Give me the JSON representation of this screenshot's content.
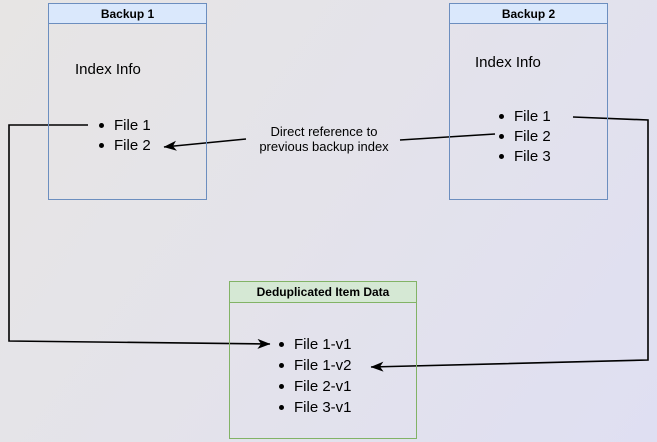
{
  "colors": {
    "ink": "#000000",
    "blue_border": "#6c8ebf",
    "blue_fill": "#dae8fc",
    "green_border": "#82b366",
    "green_fill": "#d5e8d4",
    "bg_top_left": "#e7e5e4",
    "bg_mid": "#e4e3ea",
    "bg_bottom_right": "#dfdff2"
  },
  "backup1": {
    "title": "Backup 1",
    "section_label": "Index Info",
    "items": [
      "File 1",
      "File 2"
    ]
  },
  "backup2": {
    "title": "Backup 2",
    "section_label": "Index Info",
    "items": [
      "File 1",
      "File 2",
      "File 3"
    ]
  },
  "dedup": {
    "title": "Deduplicated Item Data",
    "items": [
      "File 1-v1",
      "File 1-v2",
      "File 2-v1",
      "File 3-v1"
    ]
  },
  "annotation": {
    "line1": "Direct reference to",
    "line2": "previous backup index"
  }
}
